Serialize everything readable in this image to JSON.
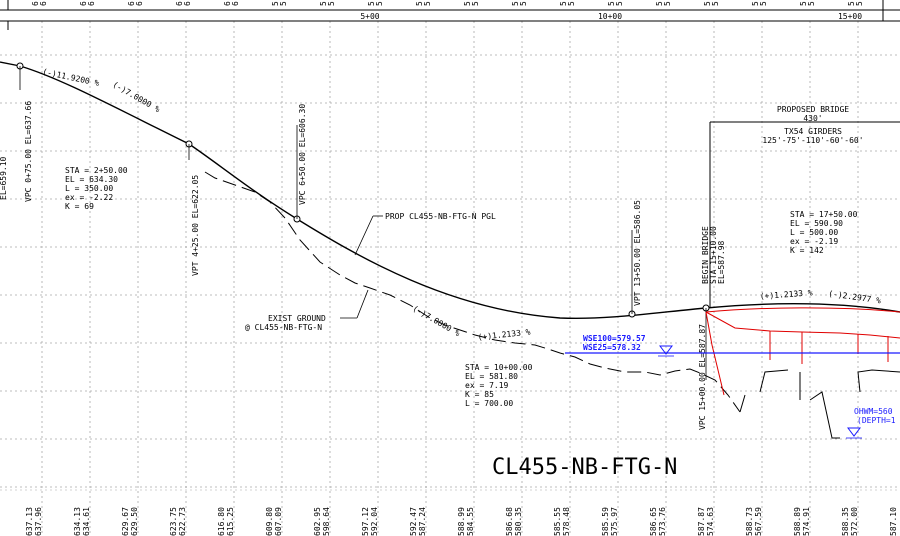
{
  "drawing_title": "CL455-NB-FTG-N",
  "colors": {
    "proposed_bridge": "#e00000",
    "water_surface": "#1a1aff",
    "grid": "#9a9a9a",
    "ink": "#000000"
  },
  "station_labels": [
    "5+00",
    "10+00",
    "15+00"
  ],
  "top_elevations": [
    [
      "6",
      "6"
    ],
    [
      "6",
      "6"
    ],
    [
      "6",
      "6"
    ],
    [
      "6",
      "6"
    ],
    [
      "6",
      "6"
    ],
    [
      "5",
      "5"
    ],
    [
      "5",
      "5"
    ],
    [
      "5",
      "5"
    ],
    [
      "5",
      "5"
    ],
    [
      "5",
      "5"
    ],
    [
      "5",
      "5"
    ],
    [
      "5",
      "5"
    ],
    [
      "5",
      "5"
    ],
    [
      "5",
      "5"
    ],
    [
      "5",
      "5"
    ],
    [
      "5",
      "5"
    ],
    [
      "5",
      "5"
    ],
    [
      "5",
      "5"
    ]
  ],
  "bottom_elevations": [
    [
      "637.13",
      "637.96"
    ],
    [
      "634.13",
      "634.61"
    ],
    [
      "629.67",
      "629.50"
    ],
    [
      "623.75",
      "622.73"
    ],
    [
      "616.80",
      "615.25"
    ],
    [
      "609.80",
      "607.09"
    ],
    [
      "602.95",
      "598.64"
    ],
    [
      "597.12",
      "592.04"
    ],
    [
      "592.47",
      "587.24"
    ],
    [
      "588.99",
      "584.55"
    ],
    [
      "586.68",
      "580.35"
    ],
    [
      "585.55",
      "578.48"
    ],
    [
      "585.59",
      "575.97"
    ],
    [
      "586.65",
      "573.76"
    ],
    [
      "587.87",
      "574.63"
    ],
    [
      "588.73",
      "567.59"
    ],
    [
      "588.89",
      "574.91"
    ],
    [
      "588.35",
      "572.00"
    ],
    [
      "587.10",
      ""
    ]
  ],
  "vertical_labels": {
    "left_el": "EL=659.10",
    "vpc1": "VPC 0+75.00 EL=637.66",
    "vpt1": "VPT 4+25.00 EL=622.05",
    "vpc2": "VPC 6+50.00 EL=606.30",
    "vpt2": "VPT 13+50.00 EL=586.05",
    "begin_bridge_1": "BEGIN BRIDGE",
    "begin_bridge_2": "STA 15+10.00",
    "begin_bridge_3": "EL=587.98",
    "vpc3": "VPC 15+00.00 EL=587.87"
  },
  "grade_labels": {
    "g1": "(-)11.9200 %",
    "g2": "(-)7.0000 %",
    "g3": "(-)7.0000 %",
    "g4": "(+)1.2133 %",
    "g5": "(+)1.2133 %",
    "g6": "(-)2.2977 %"
  },
  "curve1": [
    "STA = 2+50.00",
    "EL = 634.30",
    "L = 350.00",
    "ex = -2.22",
    "K = 69"
  ],
  "curve2": [
    "STA = 10+00.00",
    "EL = 581.80",
    "ex = 7.19",
    "K = 85",
    "L = 700.00"
  ],
  "curve3": [
    "STA = 17+50.00",
    "EL = 590.90",
    "L = 500.00",
    "ex = -2.19",
    "K = 142"
  ],
  "callouts": {
    "prop_pgl": "PROP CL455-NB-FTG-N PGL",
    "exist_ground_1": "EXIST GROUND",
    "exist_ground_2": "@ CL455-NB-FTG-N"
  },
  "bridge": {
    "line1": "PROPOSED BRIDGE",
    "line2": "430'",
    "line3": "TX54 GIRDERS",
    "line4": "125'-75'-110'-60'-60'"
  },
  "water": {
    "wse100": "WSE100=579.57",
    "wse25": "WSE25=578.32",
    "ohwm": "OHWM=560",
    "depth": "(DEPTH=1"
  }
}
